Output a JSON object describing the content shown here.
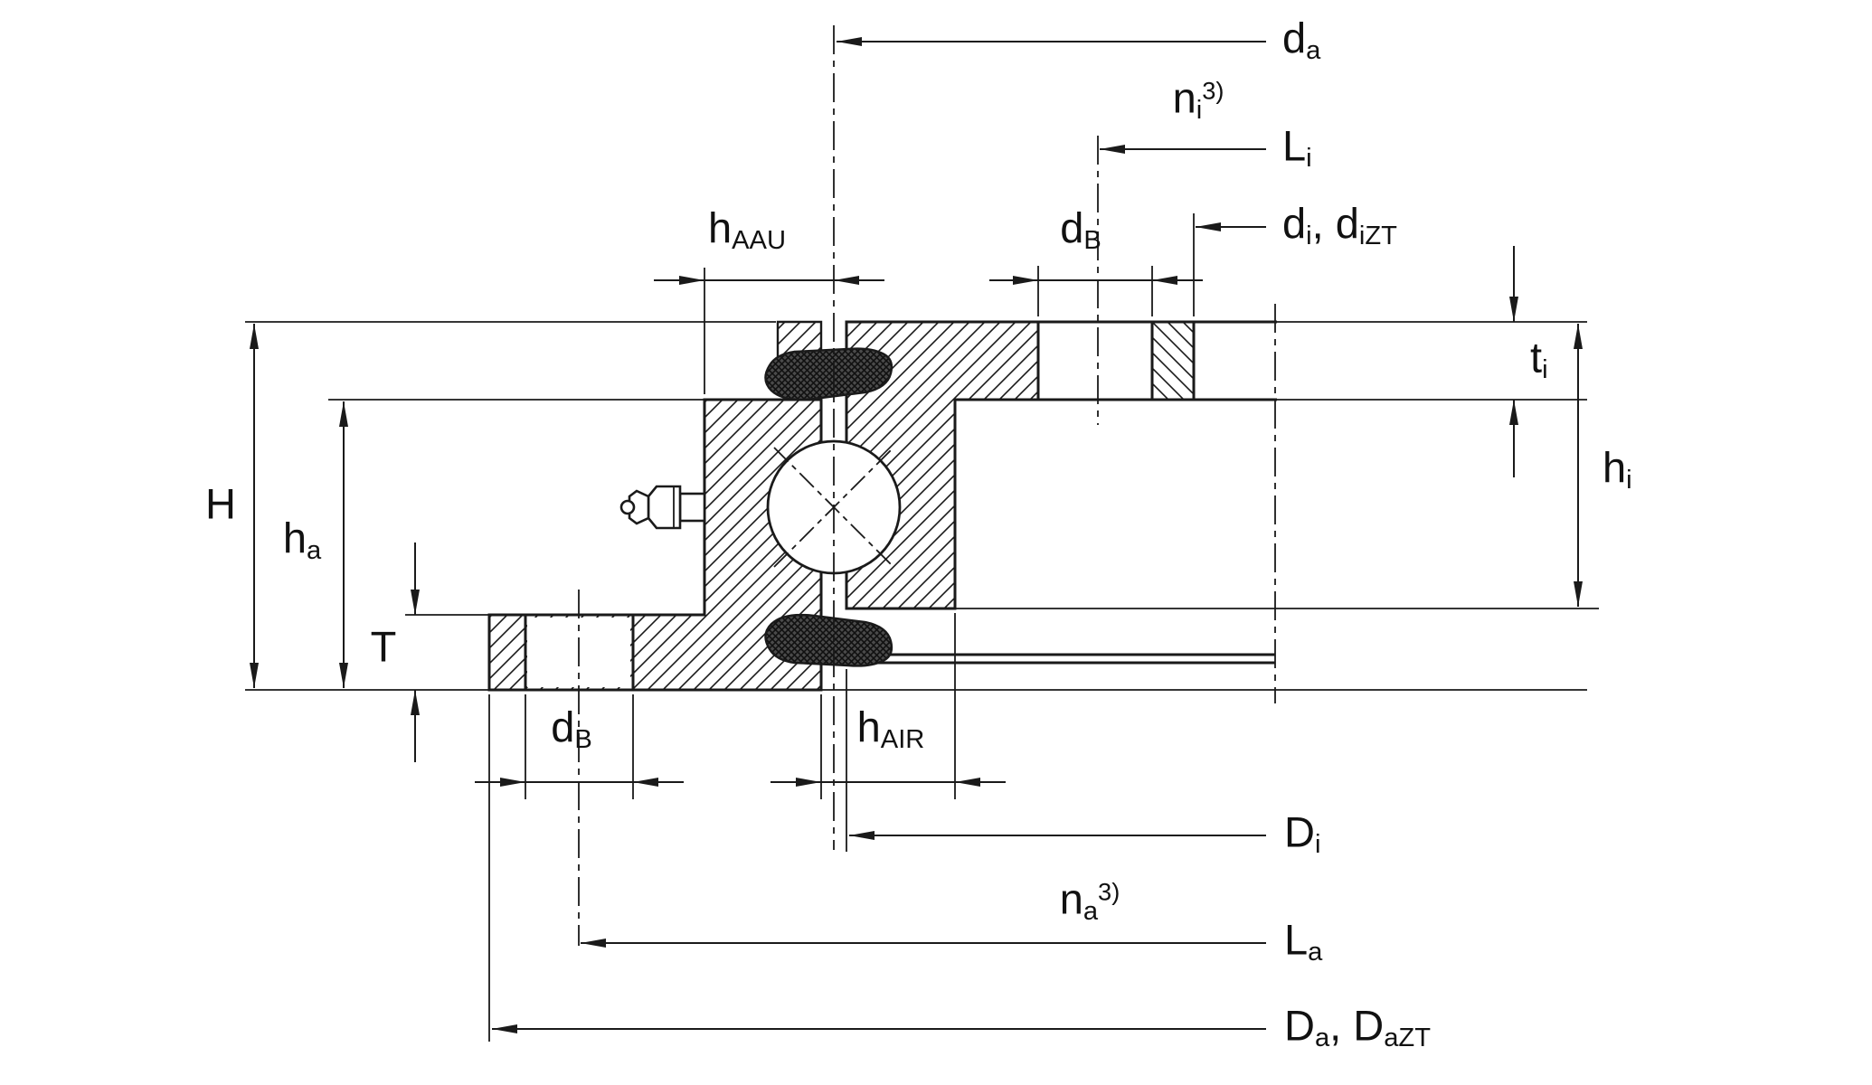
{
  "diagram": {
    "kind": "bearing-cross-section-drawing",
    "background": "#ffffff",
    "ink": "#1a1a1a",
    "footnote_marker": "3)",
    "labels": {
      "da": {
        "segs": [
          {
            "t": "d"
          },
          {
            "sub": "a"
          }
        ]
      },
      "ni": {
        "segs": [
          {
            "t": "n"
          },
          {
            "sub": "i"
          },
          {
            "sup": "3)"
          }
        ]
      },
      "Li": {
        "segs": [
          {
            "t": "L"
          },
          {
            "sub": "i"
          }
        ]
      },
      "dB_top": {
        "segs": [
          {
            "t": "d"
          },
          {
            "sub": "B"
          }
        ]
      },
      "di_diZT": {
        "segs": [
          {
            "t": "d"
          },
          {
            "sub": "i"
          },
          {
            "t": ", d"
          },
          {
            "sub": "iZT"
          }
        ]
      },
      "ti": {
        "segs": [
          {
            "t": "t"
          },
          {
            "sub": "i"
          }
        ]
      },
      "hi": {
        "segs": [
          {
            "t": "h"
          },
          {
            "sub": "i"
          }
        ]
      },
      "hAAU": {
        "segs": [
          {
            "t": "h"
          },
          {
            "sub": "AAU"
          }
        ]
      },
      "H": {
        "segs": [
          {
            "t": "H"
          }
        ]
      },
      "ha": {
        "segs": [
          {
            "t": "h"
          },
          {
            "sub": "a"
          }
        ]
      },
      "T": {
        "segs": [
          {
            "t": "T"
          }
        ]
      },
      "dB_bottom": {
        "segs": [
          {
            "t": "d"
          },
          {
            "sub": "B"
          }
        ]
      },
      "hAIR": {
        "segs": [
          {
            "t": "h"
          },
          {
            "sub": "AIR"
          }
        ]
      },
      "Di": {
        "segs": [
          {
            "t": "D"
          },
          {
            "sub": "i"
          }
        ]
      },
      "na": {
        "segs": [
          {
            "t": "n"
          },
          {
            "sub": "a"
          },
          {
            "sup": "3)"
          }
        ]
      },
      "La": {
        "segs": [
          {
            "t": "L"
          },
          {
            "sub": "a"
          }
        ]
      },
      "Da_DaZT": {
        "segs": [
          {
            "t": "D"
          },
          {
            "sub": "a"
          },
          {
            "t": ", D"
          },
          {
            "sub": "aZT"
          }
        ]
      }
    }
  }
}
